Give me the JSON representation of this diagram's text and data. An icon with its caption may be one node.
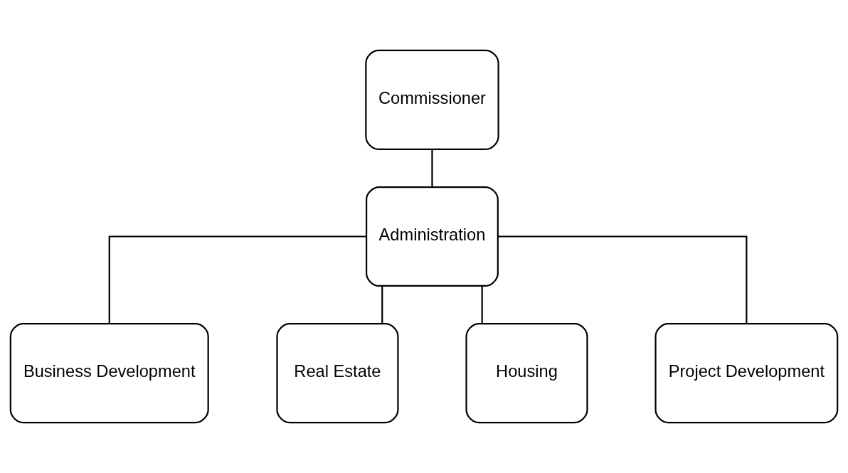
{
  "diagram": {
    "nodes": [
      {
        "text": [
          "Commissioner"
        ]
      },
      {
        "text": [
          "Administration"
        ]
      },
      {
        "text": [
          "Business Development"
        ]
      },
      {
        "text": [
          "Real Estate"
        ]
      },
      {
        "text": [
          "Housing"
        ]
      },
      {
        "text": [
          "Project Development"
        ]
      }
    ],
    "edges": [
      {
        "from": 0,
        "to": 1,
        "arrow": "none"
      },
      {
        "from": 1,
        "to": 2,
        "arrow": "none"
      },
      {
        "from": 1,
        "to": 3,
        "arrow": "none"
      },
      {
        "from": 1,
        "to": 4,
        "arrow": "none"
      },
      {
        "from": 1,
        "to": 5,
        "arrow": "none"
      }
    ]
  }
}
